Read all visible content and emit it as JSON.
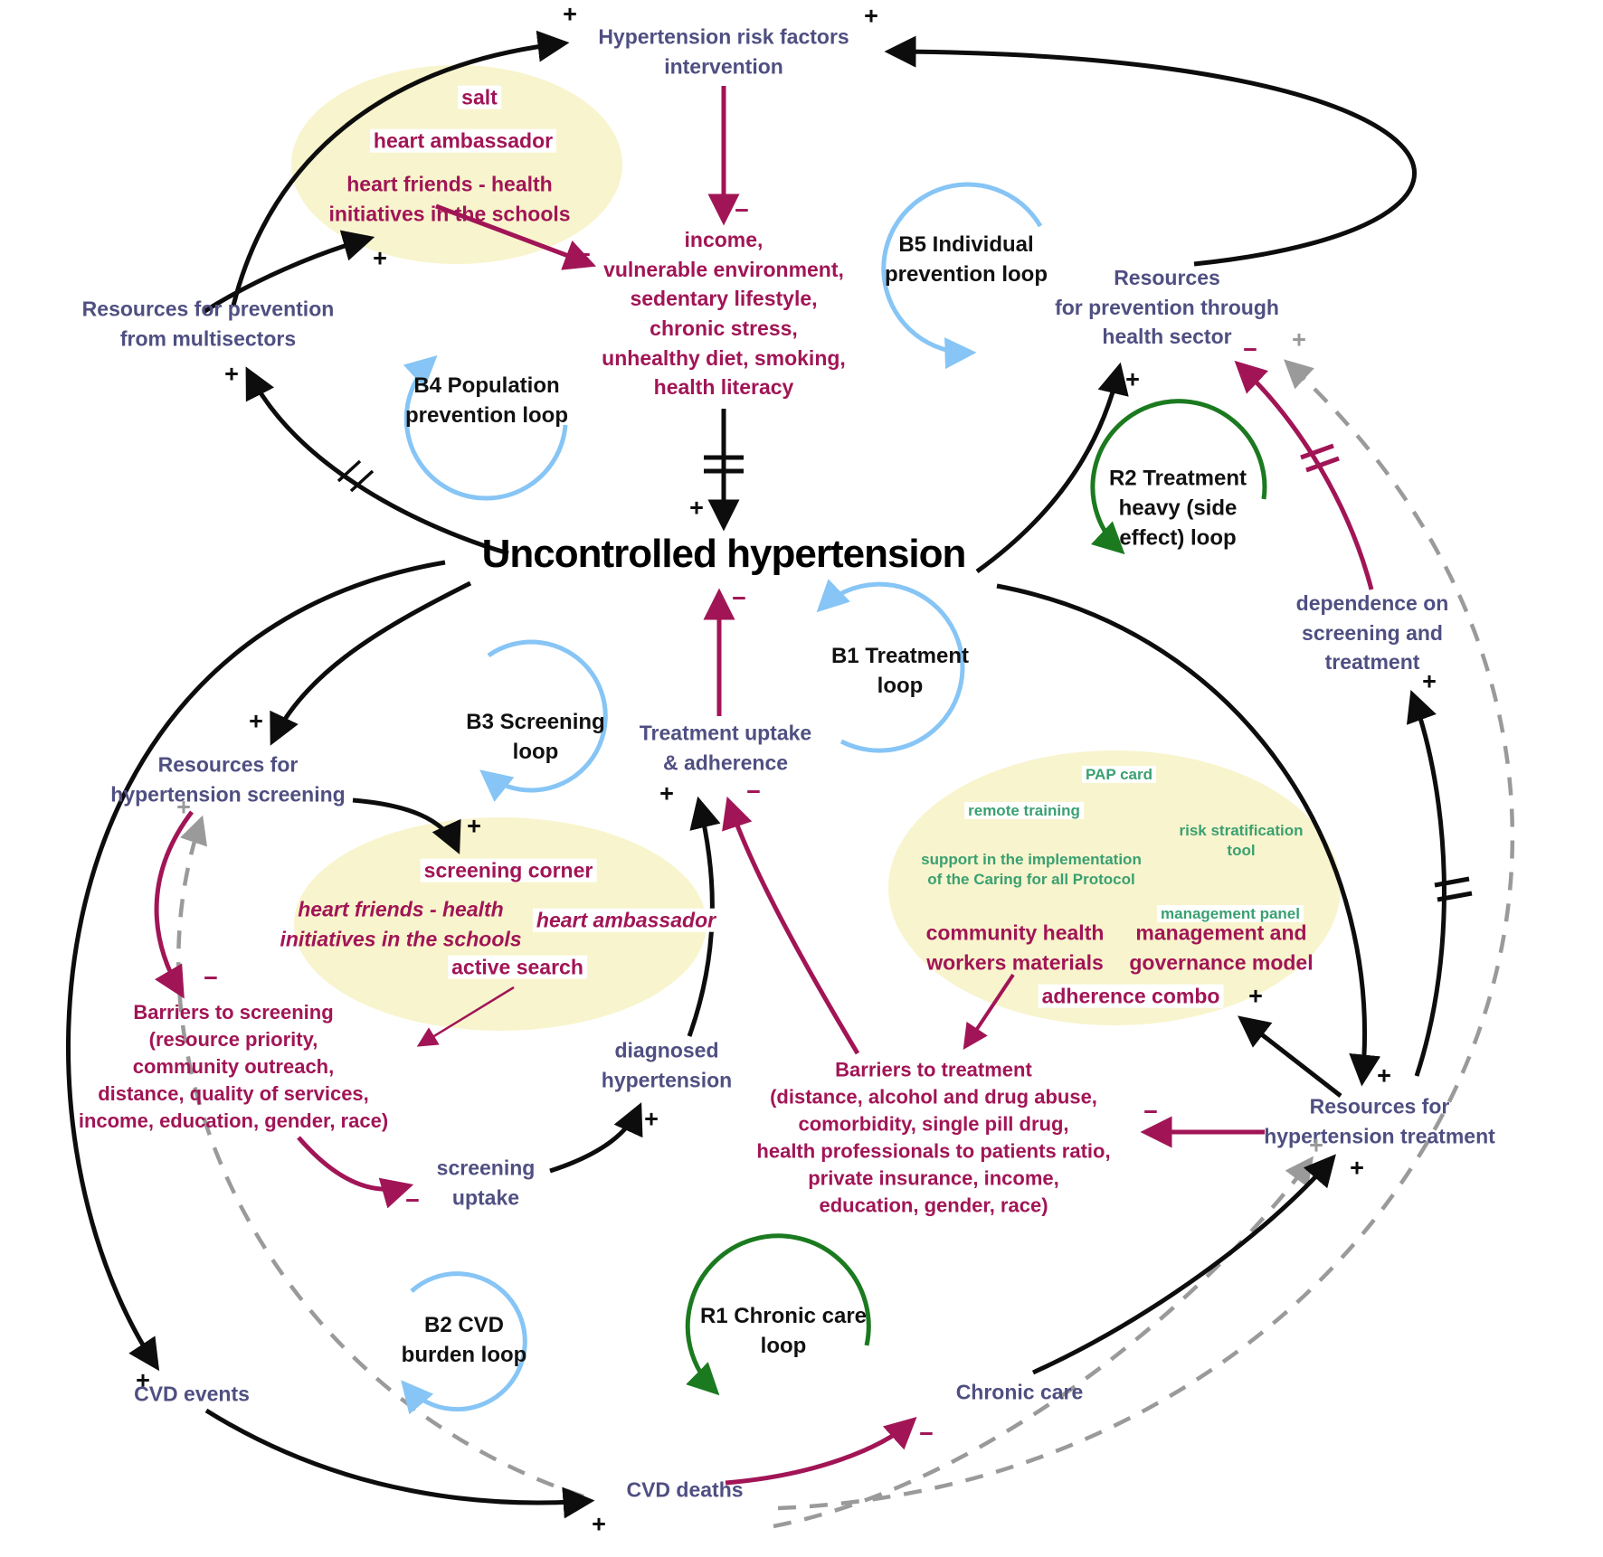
{
  "nodes": {
    "risk_intervention": "Hypertension risk factors\nintervention",
    "resources_multisectors": "Resources for prevention\nfrom multisectors",
    "resources_health_sector": "Resources\nfor prevention through\nhealth sector",
    "uncontrolled_hypertension": "Uncontrolled hypertension",
    "treatment_uptake": "Treatment uptake\n& adherence",
    "resources_screening": "Resources for\nhypertension screening",
    "dependence": "dependence on\nscreening and\ntreatment",
    "diagnosed": "diagnosed\nhypertension",
    "screening_uptake": "screening\nuptake",
    "resources_treatment": "Resources for\nhypertension treatment",
    "cvd_events": "CVD events",
    "cvd_deaths": "CVD deaths",
    "chronic_care": "Chronic care",
    "risk_factors": "income,\nvulnerable environment,\nsedentary lifestyle,\nchronic stress,\nunhealthy diet, smoking,\nhealth literacy",
    "barriers_screening": "Barriers to screening\n(resource priority,\ncommunity outreach,\ndistance, quality of services,\nincome, education, gender, race)",
    "barriers_treatment": "Barriers to treatment\n(distance, alcohol and drug abuse,\ncomorbidity, single pill drug,\nhealth professionals to patients ratio,\nprivate insurance, income,\neducation, gender, race)"
  },
  "interventions": {
    "prevention_bubble": {
      "salt": "salt",
      "heart_ambassador": "heart ambassador",
      "heart_friends": "heart friends - health\ninitiatives in the schools"
    },
    "screening_bubble": {
      "screening_corner": "screening corner",
      "heart_friends": "heart friends - health\ninitiatives in the schools",
      "heart_ambassador": "heart ambassador",
      "active_search": "active search"
    },
    "treatment_bubble": {
      "pap_card": "PAP card",
      "remote_training": "remote training",
      "risk_stratification": "risk stratification\ntool",
      "caring_protocol": "support in the implementation\nof the Caring for all Protocol",
      "management_panel": "management panel",
      "chw_materials": "community health\nworkers materials",
      "governance_model": "management and\ngovernance model",
      "adherence_combo": "adherence combo"
    }
  },
  "loops": {
    "b5": "B5 Individual\nprevention loop",
    "b4": "B4 Population\nprevention loop",
    "b3": "B3 Screening\nloop",
    "b1": "B1 Treatment\nloop",
    "b2": "B2 CVD\nburden loop",
    "r1": "R1 Chronic care\nloop",
    "r2": "R2 Treatment\nheavy (side\neffect) loop"
  },
  "signs": {
    "plus": "+",
    "minus": "−"
  },
  "colors": {
    "node_text": "#4f4f82",
    "emphasis_text": "#a11556",
    "intervention_text": "#3aa071",
    "balancing_arc": "#86c5f5",
    "reinforcing_arc": "#1b7a1f",
    "highlight_ellipse": "#f8f4cd",
    "causal_arrow": "#0d0d0d",
    "informal_arrow": "#9a9a9a"
  }
}
